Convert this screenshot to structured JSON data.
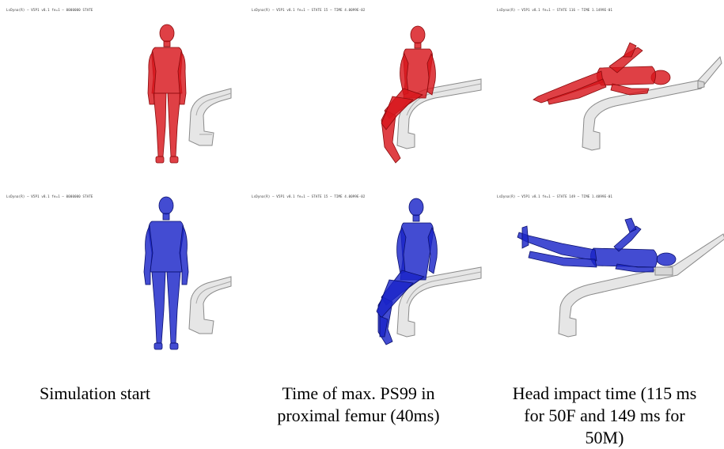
{
  "panels": {
    "r1c1": {
      "header": "LsDyna(R) – V5P1 v8.1 fe=1 – 0000000 STATE",
      "color": "#d8161c",
      "pose": "standing"
    },
    "r1c2": {
      "header": "LsDyna(R) – V5P1 v8.1 fe=1 – STATE 15 – TIME 4.0099E-02",
      "color": "#d8161c",
      "pose": "sitting"
    },
    "r1c3": {
      "header": "LsDyna(R) – V5P1 v8.1 fe=1 – STATE 116 – TIME 1.1499E-01",
      "color": "#d8161c",
      "pose": "lying"
    },
    "r2c1": {
      "header": "LsDyna(R) – V5P1 v8.1 fe=1 – 0000000 STATE",
      "color": "#1a24c8",
      "pose": "standing"
    },
    "r2c2": {
      "header": "LsDyna(R) – V5P1 v8.1 fe=1 – STATE 15 – TIME 4.0099E-02",
      "color": "#1a24c8",
      "pose": "sitting"
    },
    "r2c3": {
      "header": "LsDyna(R) – V5P1 v8.1 fe=1 – STATE 149 – TIME 1.4899E-01",
      "color": "#1a24c8",
      "pose": "lying"
    }
  },
  "captions": {
    "col1": [
      "Simulation start"
    ],
    "col2": [
      "Time of max. PS99 in",
      "proximal femur (40ms)"
    ],
    "col3": [
      "Head impact time (115 ms",
      "for 50F and 149 ms for",
      "50M)"
    ]
  }
}
